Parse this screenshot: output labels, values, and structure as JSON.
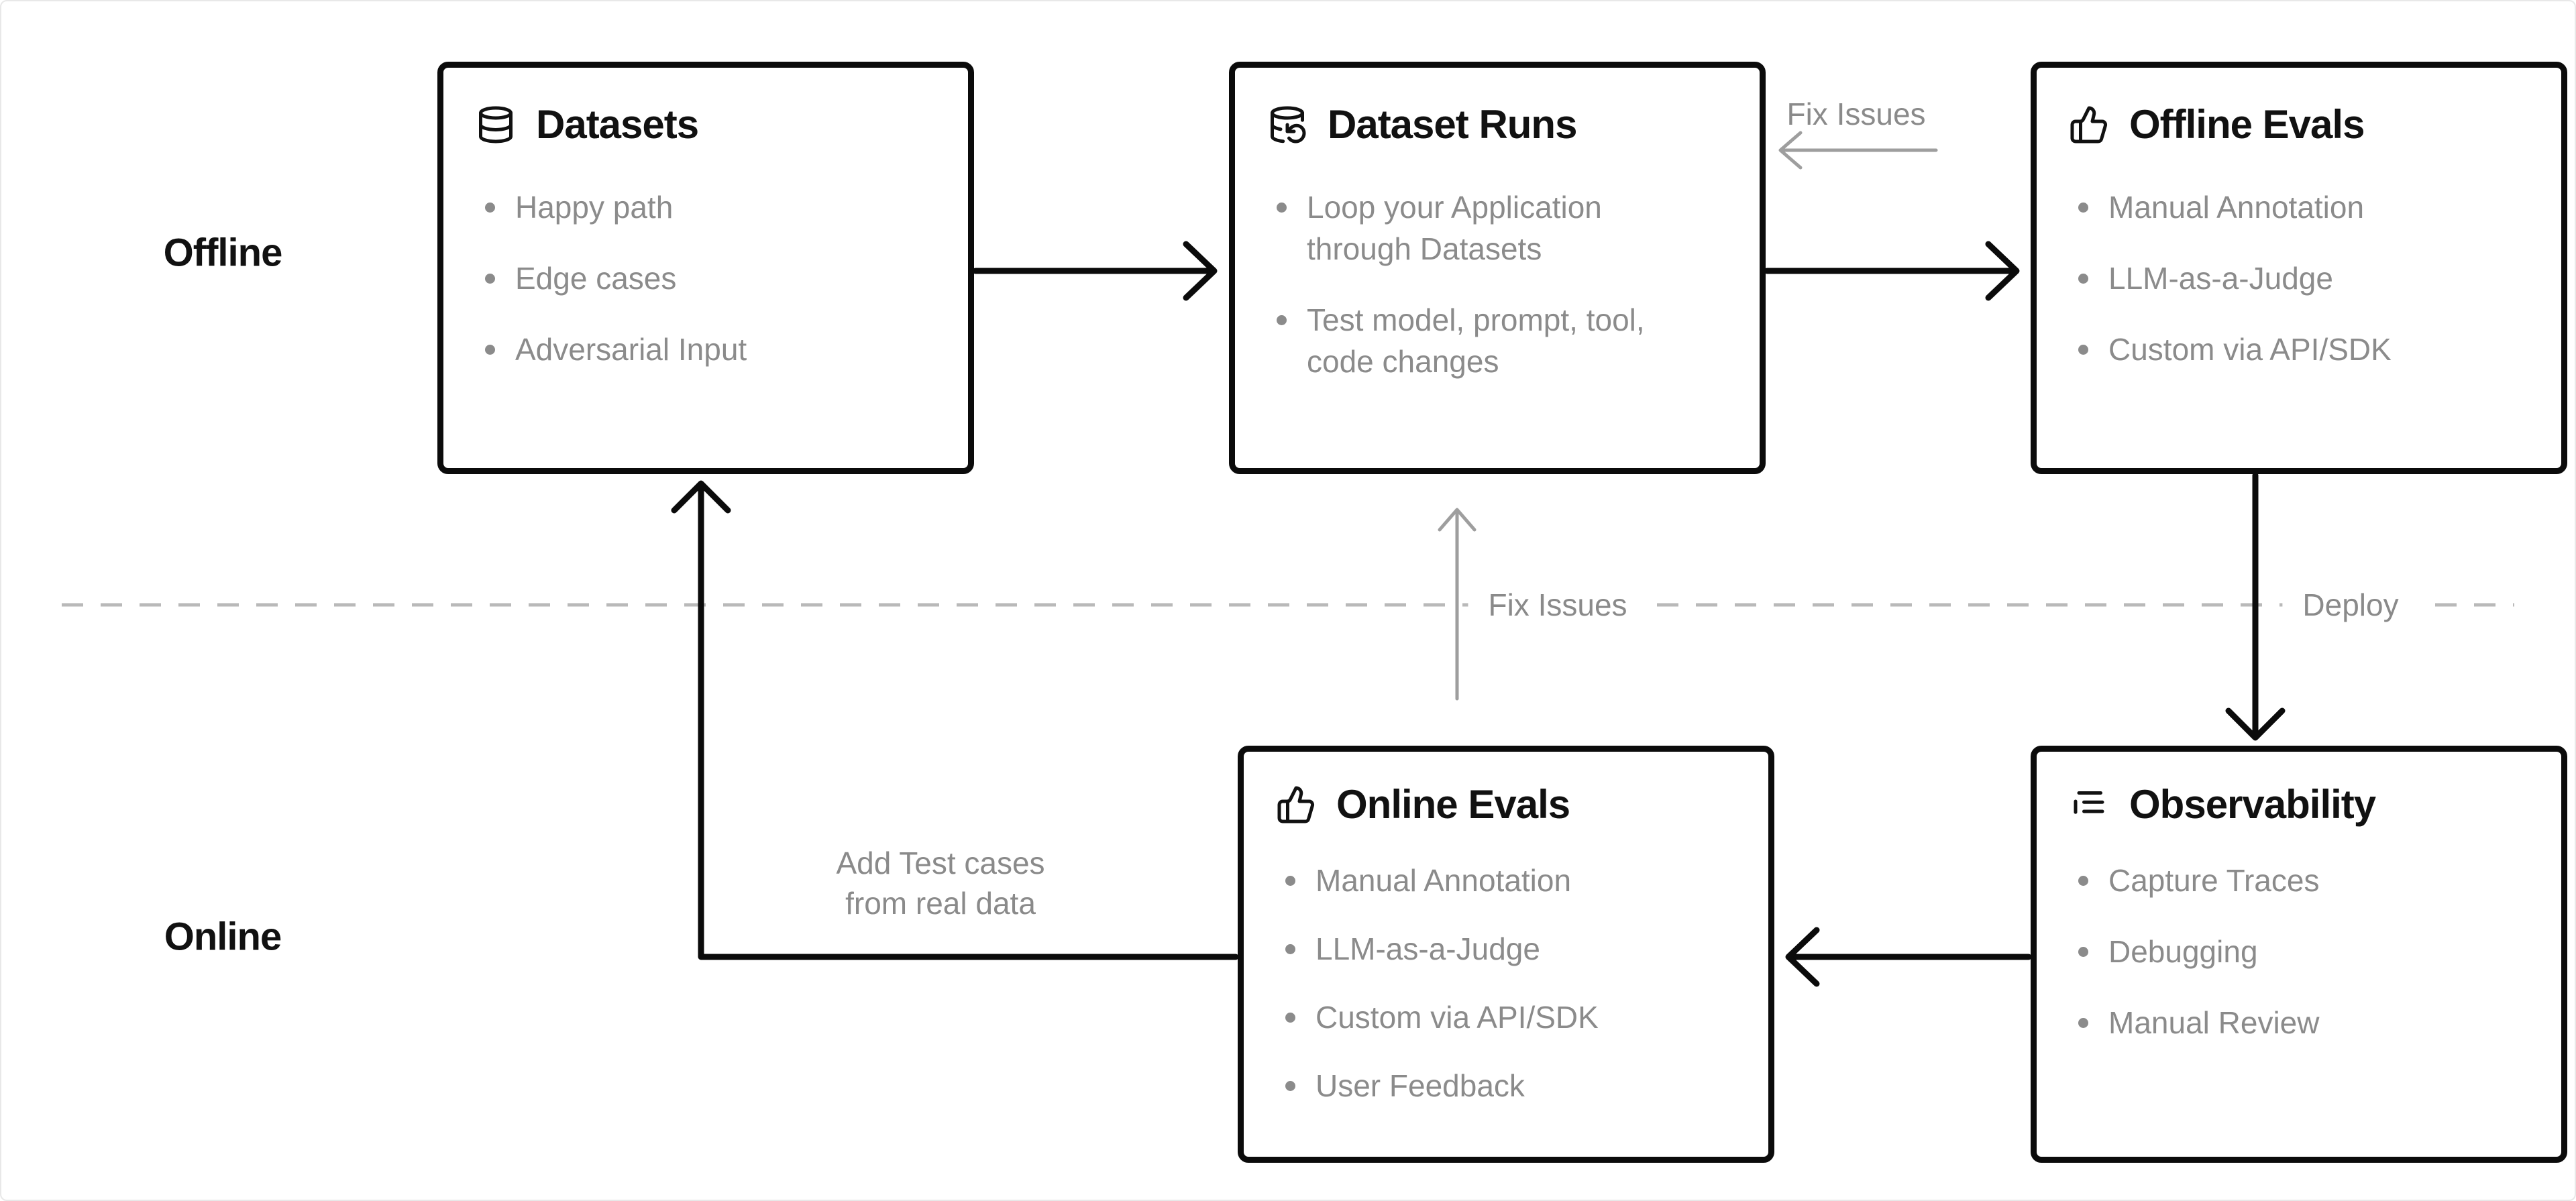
{
  "sections": {
    "offline_label": "Offline",
    "online_label": "Online"
  },
  "boxes": [
    {
      "id": "datasets",
      "title": "Datasets",
      "icon": "database-icon",
      "items": [
        "Happy path",
        "Edge cases",
        "Adversarial Input"
      ]
    },
    {
      "id": "dataset-runs",
      "title": "Dataset Runs",
      "icon": "database-backup-icon",
      "items": [
        "Loop your Application through Datasets",
        "Test model, prompt, tool, code changes"
      ]
    },
    {
      "id": "offline-evals",
      "title": "Offline Evals",
      "icon": "thumbs-up-icon",
      "items": [
        "Manual Annotation",
        "LLM-as-a-Judge",
        "Custom via API/SDK"
      ]
    },
    {
      "id": "online-evals",
      "title": "Online Evals",
      "icon": "thumbs-up-icon",
      "items": [
        "Manual Annotation",
        "LLM-as-a-Judge",
        "Custom via API/SDK",
        "User Feedback"
      ]
    },
    {
      "id": "observability",
      "title": "Observability",
      "icon": "logs-icon",
      "items": [
        "Capture Traces",
        "Debugging",
        "Manual Review"
      ]
    }
  ],
  "edge_labels": {
    "fix_issues_top": "Fix Issues",
    "fix_issues_middle": "Fix Issues",
    "deploy": "Deploy",
    "add_test_cases_line1": "Add Test cases",
    "add_test_cases_line2": "from real data"
  },
  "colors": {
    "box_border": "#0b0b0b",
    "title_text": "#111111",
    "bullet_text": "#8b8b8b",
    "label_text": "#8a8a8a",
    "black_arrow": "#0b0b0b",
    "gray_arrow": "#9e9e9e",
    "dashed_line": "#b9b9b9",
    "background": "#ffffff"
  }
}
